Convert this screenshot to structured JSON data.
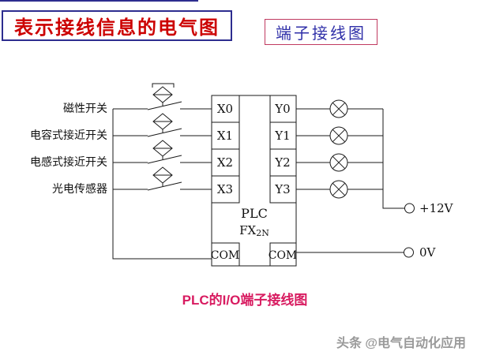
{
  "page": {
    "main_title": "表示接线信息的电气图",
    "box_title": "端子接线图",
    "caption": "PLC的I/O端子接线图",
    "watermark": "头条 @电气自动化应用"
  },
  "diagram": {
    "inputs": [
      {
        "label": "磁性开关",
        "terminal": "X0"
      },
      {
        "label": "电容式接近开关",
        "terminal": "X1"
      },
      {
        "label": "电感式接近开关",
        "terminal": "X2"
      },
      {
        "label": "光电传感器",
        "terminal": "X3"
      }
    ],
    "outputs": [
      {
        "terminal": "Y0"
      },
      {
        "terminal": "Y1"
      },
      {
        "terminal": "Y2"
      },
      {
        "terminal": "Y3"
      }
    ],
    "plc": {
      "label": "PLC",
      "model_main": "FX",
      "model_sub": "2N",
      "com_left": "COM",
      "com_right": "COM"
    },
    "power": {
      "positive_label": "+12V",
      "negative_label": "0V"
    }
  },
  "colors": {
    "title_text": "#cc0000",
    "title_border": "#2d2d8f",
    "box_border": "#c03a60",
    "box_text": "#2f2fa8",
    "caption": "#d81b60",
    "watermark": "#9a9a9a",
    "wire": "#1a1a1a"
  }
}
